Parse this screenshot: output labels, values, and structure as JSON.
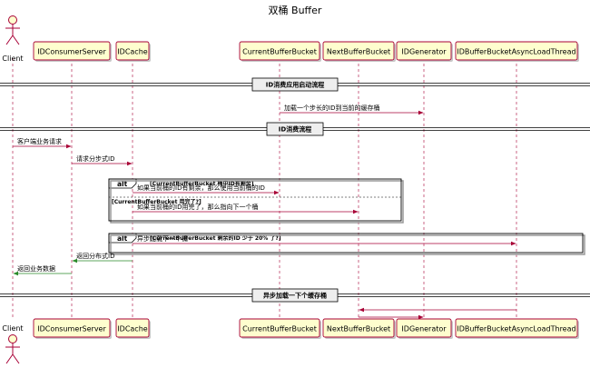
{
  "title": "双桶 Buffer",
  "participants": [
    {
      "id": "client",
      "label": "Client",
      "kind": "actor"
    },
    {
      "id": "consumer",
      "label": "IDConsumerServer",
      "kind": "box"
    },
    {
      "id": "cache",
      "label": "IDCache",
      "kind": "box"
    },
    {
      "id": "current",
      "label": "CurrentBufferBucket",
      "kind": "box"
    },
    {
      "id": "next",
      "label": "NextBufferBucket",
      "kind": "box"
    },
    {
      "id": "generator",
      "label": "IDGenerator",
      "kind": "box"
    },
    {
      "id": "loader",
      "label": "IDBufferBucketAsyncLoadThread",
      "kind": "box"
    }
  ],
  "events": [
    {
      "type": "divider",
      "label": "ID消费应用启动流程"
    },
    {
      "type": "message",
      "from": "current",
      "to": "generator",
      "label": "加载一个步长的ID到当前的缓存桶",
      "color": "red"
    },
    {
      "type": "divider",
      "label": "ID消费流程"
    },
    {
      "type": "message",
      "from": "client",
      "to": "consumer",
      "label": "客户端业务请求",
      "color": "red"
    },
    {
      "type": "message",
      "from": "consumer",
      "to": "cache",
      "label": "请求分步式ID",
      "color": "red"
    },
    {
      "type": "alt_start",
      "id": "alt1",
      "keyword": "alt",
      "guard": "[CurrentBufferBucket 桶中ID有剩余]",
      "from": "cache",
      "to": "next"
    },
    {
      "type": "message",
      "from": "cache",
      "to": "current",
      "label": "如果当前桶的ID有剩余，那么使用当前桶的ID",
      "color": "red"
    },
    {
      "type": "alt_else",
      "guard": "[CurrentBufferBucket 用完了?]"
    },
    {
      "type": "message",
      "from": "cache",
      "to": "next",
      "label": "如果当前桶的ID用完了，那么指向下一个桶",
      "color": "red"
    },
    {
      "type": "alt_end"
    },
    {
      "type": "alt_start",
      "id": "alt2",
      "keyword": "alt",
      "guard": "[CurrentBufferBucket 剩余的ID 少于 20% 了?]",
      "from": "cache",
      "to": "loader"
    },
    {
      "type": "message",
      "from": "cache",
      "to": "loader",
      "label": "异步加载下一个桶",
      "color": "red"
    },
    {
      "type": "alt_end"
    },
    {
      "type": "message",
      "from": "cache",
      "to": "consumer",
      "label": "返回分布式ID",
      "color": "green"
    },
    {
      "type": "message",
      "from": "consumer",
      "to": "client",
      "label": "返回业务数据",
      "color": "green"
    },
    {
      "type": "divider",
      "label": "异步加载一下个缓存桶"
    },
    {
      "type": "message",
      "from": "loader",
      "to": "next",
      "label": "",
      "color": "red"
    },
    {
      "type": "message",
      "from": "next",
      "to": "generator",
      "label": "",
      "color": "red"
    }
  ]
}
